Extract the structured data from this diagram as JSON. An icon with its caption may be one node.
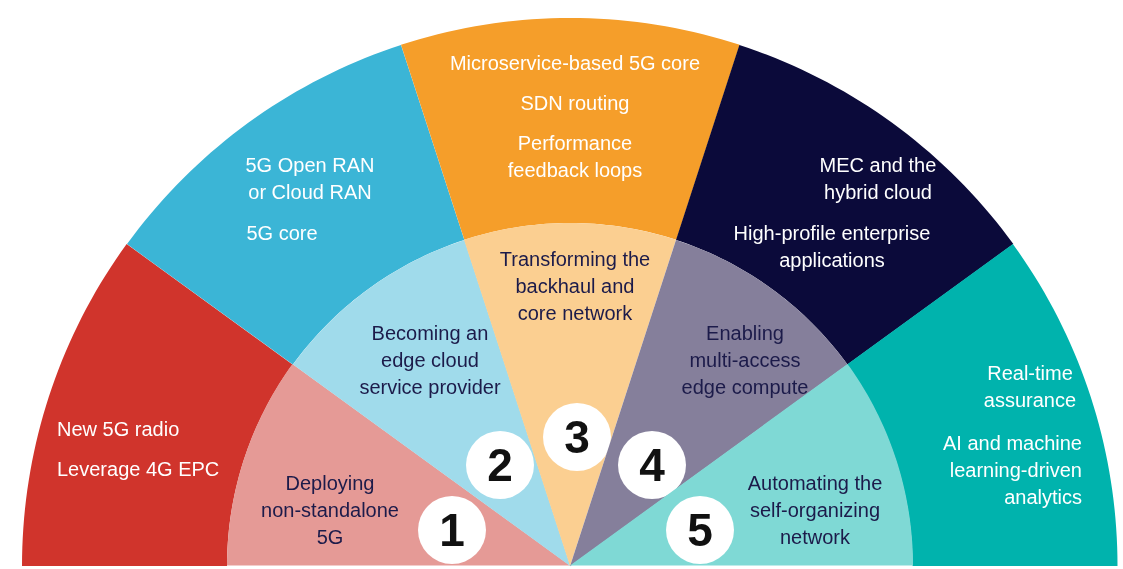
{
  "diagram": {
    "nodes": [
      {
        "text": [
          "New 5G radio",
          "Leverage 4G EPC"
        ]
      },
      {
        "text": [
          "Deploying non-standalone 5G"
        ]
      },
      {
        "text": [
          "1"
        ],
        "in": 1
      },
      {
        "text": [
          "5G Open RAN or Cloud RAN",
          "5G core"
        ]
      },
      {
        "text": [
          "Becoming an edge cloud service provider"
        ]
      },
      {
        "text": [
          "2"
        ],
        "in": 4
      },
      {
        "text": [
          "Microservice-based 5G core",
          "SDN routing",
          "Performance feedback loops"
        ]
      },
      {
        "text": [
          "Transforming the backhaul and core network"
        ]
      },
      {
        "text": [
          "3"
        ],
        "in": 7
      },
      {
        "text": [
          "MEC and the hybrid cloud",
          "High-profile enterprise applications"
        ]
      },
      {
        "text": [
          "Enabling multi-access edge compute"
        ]
      },
      {
        "text": [
          "4"
        ],
        "in": 10
      },
      {
        "text": [
          "Real-time assurance",
          "AI and machine learning-driven analytics"
        ]
      },
      {
        "text": [
          "Automating the self-organizing network"
        ]
      },
      {
        "text": [
          "5"
        ],
        "in": 13
      }
    ],
    "edges": []
  }
}
